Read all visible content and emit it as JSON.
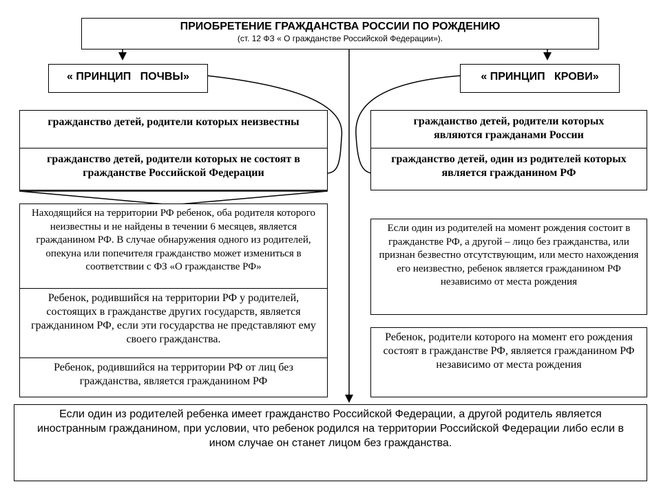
{
  "header": {
    "title": "ПРИОБРЕТЕНИЕ ГРАЖДАНСТВА РОССИИ ПО РОЖДЕНИЮ",
    "subtitle": "(ст. 12 ФЗ « О гражданстве Российской Федерации»)."
  },
  "left": {
    "principle": "« ПРИНЦИП   ПОЧВЫ»",
    "categories": [
      "гражданство детей, родители которых неизвестны",
      "гражданство детей, родители которых не состоят в гражданстве Российской Федерации"
    ],
    "details": [
      "Находящийся на территории РФ ребенок, оба родителя которого неизвестны и не найдены в течении 6 месяцев, является гражданином РФ. В случае обнаружения одного из родителей, опекуна или попечителя гражданство может измениться в соответствии с ФЗ «О гражданстве РФ»",
      "Ребенок, родившийся на территории РФ у родителей, состоящих в гражданстве других государств, является гражданином РФ, если эти государства не представляют ему своего гражданства.",
      "Ребенок, родившийся на территории РФ от лиц без гражданства, является гражданином РФ"
    ]
  },
  "right": {
    "principle": "« ПРИНЦИП   КРОВИ»",
    "categories": [
      "гражданство детей, родители которых являются гражданами России",
      "гражданство детей, один из родителей которых является гражданином РФ"
    ],
    "details": [
      "Если один из родителей на момент рождения состоит в гражданстве РФ, а другой – лицо без гражданства, или признан безвестно отсутствующим, или место нахождения его неизвестно, ребенок является гражданином РФ независимо от места рождения",
      "Ребенок, родители которого на момент его рождения состоят в гражданстве РФ, является гражданином РФ независимо от места рождения"
    ]
  },
  "bottom": {
    "text": "Если один из родителей ребенка имеет гражданство Российской Федерации, а другой родитель является иностранным гражданином, при условии, что ребенок родился на территории Российской Федерации либо если в ином случае он станет лицом без гражданства."
  }
}
